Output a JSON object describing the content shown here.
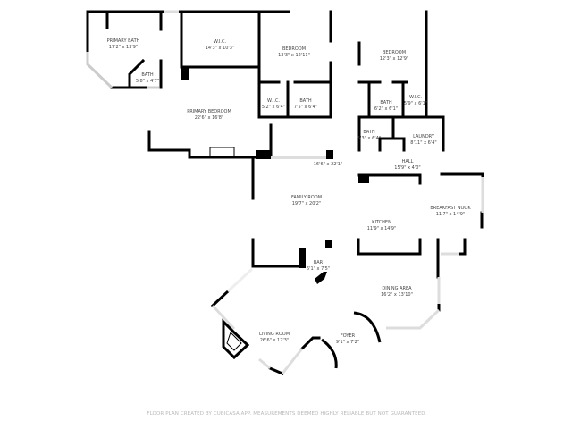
{
  "rooms": [
    {
      "name": "PRIMARY BATH",
      "dims": "17'2\" x 13'9\""
    },
    {
      "name": "W.I.C.",
      "dims": "14'3\" x 10'3\""
    },
    {
      "name": "BEDROOM",
      "dims": "13'3\" x 12'11\""
    },
    {
      "name": "BEDROOM",
      "dims": "12'3\" x 12'9\""
    },
    {
      "name": "BATH",
      "dims": "5'8\" x 4'7\""
    },
    {
      "name": "PRIMARY BEDROOM",
      "dims": "22'6\" x 16'8\""
    },
    {
      "name": "W.I.C.",
      "dims": "5'2\" x 6'4\""
    },
    {
      "name": "BATH",
      "dims": "7'5\" x 6'4\""
    },
    {
      "name": "BATH",
      "dims": "6'2\" x 6'1\""
    },
    {
      "name": "W.I.C.",
      "dims": "5'9\" x 6'1\""
    },
    {
      "name": "BATH",
      "dims": "5'3\" x 6'4\""
    },
    {
      "name": "LAUNDRY",
      "dims": "8'11\" x 6'4\""
    },
    {
      "name": "HALL",
      "dims": "15'9\" x 4'0\""
    },
    {
      "name": "",
      "dims": "16'6\" x 22'1\""
    },
    {
      "name": "FAMILY ROOM",
      "dims": "19'7\" x 20'2\""
    },
    {
      "name": "BREAKFAST NOOK",
      "dims": "11'7\" x 14'9\""
    },
    {
      "name": "KITCHEN",
      "dims": "11'9\" x 14'9\""
    },
    {
      "name": "BAR",
      "dims": "6'1\" x 7'5\""
    },
    {
      "name": "DINING AREA",
      "dims": "16'2\" x 13'10\""
    },
    {
      "name": "LIVING ROOM",
      "dims": "26'6\" x 17'3\""
    },
    {
      "name": "FOYER",
      "dims": "9'1\" x 7'2\""
    }
  ],
  "footer": "FLOOR PLAN CREATED BY CUBICASA APP. MEASUREMENTS DEEMED HIGHLY RELIABLE BUT NOT GUARANTEED",
  "colors": {
    "wall": "#000000",
    "window": "#d9d9d9",
    "label": "#444444",
    "footer": "#b8b8b8"
  }
}
